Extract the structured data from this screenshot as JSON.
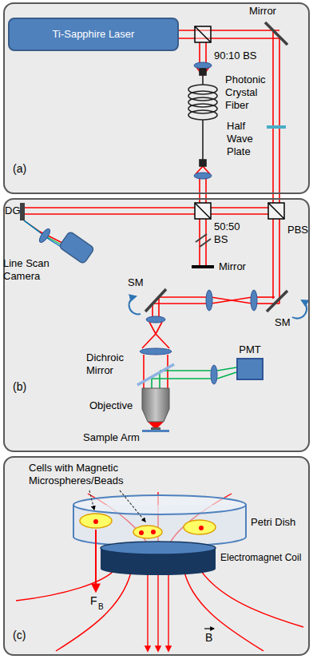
{
  "diagram": {
    "nodes": [
      {
        "text": [
          "(a)"
        ]
      },
      {
        "text": [
          "Ti-Sapphire Laser"
        ],
        "in": 0
      },
      {
        "text": [
          "(b)"
        ]
      },
      {
        "text": [
          "PMT"
        ],
        "in": 2
      },
      {
        "text": [
          "(c)"
        ]
      }
    ],
    "labels": [
      "90:10 BS",
      "Mirror",
      "Photonic Crystal Fiber",
      "Half Wave Plate",
      "DG",
      "Line Scan Camera",
      "50:50 BS",
      "Mirror",
      "PBS",
      "SM",
      "SM",
      "Dichroic Mirror",
      "Objective",
      "Sample Arm",
      "Cells with Magnetic Microspheres/Beads",
      "Petri Dish",
      "Electromagnet Coil",
      "F",
      "B",
      "B"
    ]
  }
}
